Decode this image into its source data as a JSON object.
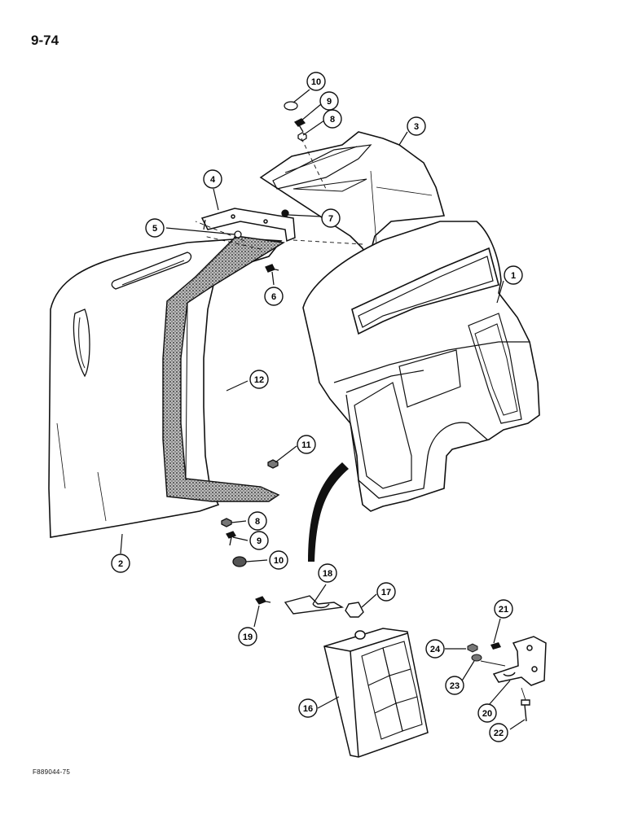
{
  "page": {
    "number": "9-74",
    "figure_code": "F889044-75"
  },
  "parts": [
    {
      "id": "1",
      "label": "1"
    },
    {
      "id": "2",
      "label": "2"
    },
    {
      "id": "3",
      "label": "3"
    },
    {
      "id": "4",
      "label": "4"
    },
    {
      "id": "5",
      "label": "5"
    },
    {
      "id": "6",
      "label": "6"
    },
    {
      "id": "7",
      "label": "7"
    },
    {
      "id": "8a",
      "label": "8"
    },
    {
      "id": "8b",
      "label": "8"
    },
    {
      "id": "9a",
      "label": "9"
    },
    {
      "id": "9b",
      "label": "9"
    },
    {
      "id": "10a",
      "label": "10"
    },
    {
      "id": "10b",
      "label": "10"
    },
    {
      "id": "11",
      "label": "11"
    },
    {
      "id": "12",
      "label": "12"
    },
    {
      "id": "16",
      "label": "16"
    },
    {
      "id": "17",
      "label": "17"
    },
    {
      "id": "18",
      "label": "18"
    },
    {
      "id": "19",
      "label": "19"
    },
    {
      "id": "20",
      "label": "20"
    },
    {
      "id": "21",
      "label": "21"
    },
    {
      "id": "22",
      "label": "22"
    },
    {
      "id": "23",
      "label": "23"
    },
    {
      "id": "24",
      "label": "24"
    }
  ]
}
